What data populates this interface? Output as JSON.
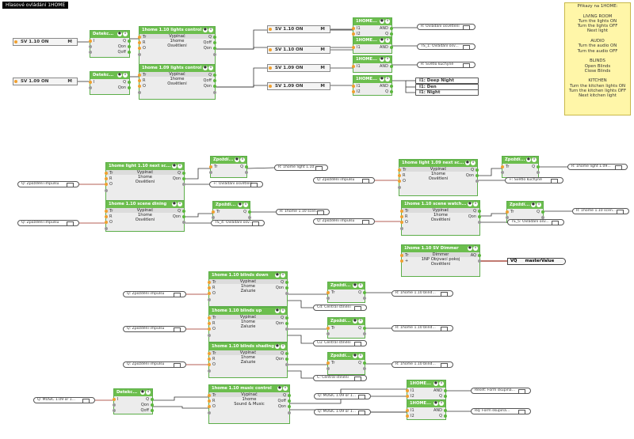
{
  "header": {
    "title": "Hlasové ovládání 1HOME"
  },
  "note": {
    "lines": [
      "Příkazy na 1HOME:",
      "",
      "LIVING ROOM",
      "Turn the lights ON",
      "Turn the lights OFF",
      "Next light",
      "",
      "AUDIO",
      "Turn the audio ON",
      "Turn the audio OFF",
      "",
      "BLINDS",
      "Open Blinds",
      "Close Blinds",
      "",
      "KITCHEN",
      "Turn the kitchen lights ON",
      "Turn the kitchen lights OFF",
      "Next kitchen light"
    ]
  },
  "consts": [
    {
      "label": "SV 1.10 ON",
      "mode": "M"
    },
    {
      "label": "SV 1.09 ON",
      "mode": "M"
    },
    {
      "label": "SV 1.10 ON",
      "mode": "M"
    },
    {
      "label": "SV 1.10 ON",
      "mode": "M"
    },
    {
      "label": "SV 1.09 ON",
      "mode": "M"
    },
    {
      "label": "SV 1.09 ON",
      "mode": "M"
    }
  ],
  "blocks": [
    {
      "title": "Detekc...",
      "subs": [],
      "left": [
        "I",
        "",
        ""
      ],
      "right": [
        "Q",
        "Qon",
        "Qoff"
      ]
    },
    {
      "title": "Detekc...",
      "subs": [],
      "left": [
        "I",
        "",
        ""
      ],
      "right": [
        "Q",
        "Qon",
        "Qoff"
      ]
    },
    {
      "title": "1home 1.10 lights control",
      "subs": [
        "Vypínač",
        "1home",
        "Osvětlení"
      ],
      "left": [
        "Tr",
        "R",
        "O",
        ""
      ],
      "right": [
        "Q",
        "Qoff",
        "Qon",
        ""
      ]
    },
    {
      "title": "1home 1.09 lights control",
      "subs": [
        "Vypínač",
        "1home",
        "Osvětlení"
      ],
      "left": [
        "Tr",
        "R",
        "O",
        ""
      ],
      "right": [
        "Q",
        "Qoff",
        "Qon",
        ""
      ]
    },
    {
      "title": "1HOME...",
      "subs": [],
      "left": [
        "I1",
        "I2"
      ],
      "right": [
        "AND",
        "Q"
      ]
    },
    {
      "title": "1HOME...",
      "subs": [],
      "left": [
        "I1",
        "I2"
      ],
      "right": [
        "AND",
        "Q"
      ]
    },
    {
      "title": "1HOME...",
      "subs": [],
      "left": [
        "I1",
        "I2"
      ],
      "right": [
        "AND",
        "Q"
      ]
    },
    {
      "title": "1HOME...",
      "subs": [],
      "left": [
        "I1",
        "I2"
      ],
      "right": [
        "AND",
        "Q"
      ]
    },
    {
      "title": "1home light 1.10 next sc...",
      "subs": [
        "Vypínač",
        "1home",
        "Osvětlení"
      ],
      "left": [
        "Tr",
        "R",
        "O",
        ""
      ],
      "right": [
        "Q",
        "Qon",
        ""
      ]
    },
    {
      "title": "1home 1.10 scene dining",
      "subs": [
        "Vypínač",
        "1home",
        "Osvětlení"
      ],
      "left": [
        "Tr",
        "R",
        "O",
        ""
      ],
      "right": [
        "Q",
        "Qon",
        ""
      ]
    },
    {
      "title": "Zpoždí...",
      "subs": [],
      "left": [
        "Tr",
        ""
      ],
      "right": [
        "Q",
        ""
      ]
    },
    {
      "title": "Zpoždí...",
      "subs": [],
      "left": [
        "Tr",
        ""
      ],
      "right": [
        "Q",
        ""
      ]
    },
    {
      "title": "1home light 1.09 next sc...",
      "subs": [
        "Vypínač",
        "1home",
        "Osvětlení"
      ],
      "left": [
        "Tr",
        "R",
        "O",
        ""
      ],
      "right": [
        "Q",
        "Qon",
        ""
      ]
    },
    {
      "title": "1home 1.10 scene watch...",
      "subs": [
        "Vypínač",
        "1home",
        "Osvětlení"
      ],
      "left": [
        "Tr",
        "R",
        "O",
        ""
      ],
      "right": [
        "Q",
        "Qon",
        ""
      ]
    },
    {
      "title": "Zpoždí...",
      "subs": [],
      "left": [
        "Tr",
        ""
      ],
      "right": [
        "Q",
        ""
      ]
    },
    {
      "title": "Zpoždí...",
      "subs": [],
      "left": [
        "Tr",
        ""
      ],
      "right": [
        "Q",
        ""
      ]
    },
    {
      "title": "1home 1.10 SV Dimmer",
      "subs": [
        "Dimmer",
        "1NP Obývací pokoj",
        "Osvětlení"
      ],
      "left": [
        "Tr",
        "+"
      ],
      "right": [
        "AQ",
        ""
      ]
    },
    {
      "title": "1home 1.10 blinds down",
      "subs": [
        "Vypínač",
        "1home",
        "Žaluzie"
      ],
      "left": [
        "Tr",
        "R",
        "O",
        ""
      ],
      "right": [
        "Q",
        "Qon",
        ""
      ]
    },
    {
      "title": "1home 1.10 blinds up",
      "subs": [
        "Vypínač",
        "1home",
        "Žaluzie"
      ],
      "left": [
        "Tr",
        "R",
        "O",
        ""
      ],
      "right": [
        "Q",
        "Qon",
        ""
      ]
    },
    {
      "title": "1home 1.10 blinds shading",
      "subs": [
        "Vypínač",
        "1home",
        "Žaluzie"
      ],
      "left": [
        "Tr",
        "R",
        "O",
        ""
      ],
      "right": [
        "Q",
        "Qon",
        ""
      ]
    },
    {
      "title": "Zpoždí...",
      "subs": [],
      "left": [
        "Tr",
        ""
      ],
      "right": [
        "Q",
        ""
      ]
    },
    {
      "title": "Zpoždí...",
      "subs": [],
      "left": [
        "Tr",
        ""
      ],
      "right": [
        "Q",
        ""
      ]
    },
    {
      "title": "Zpoždí...",
      "subs": [],
      "left": [
        "Tr",
        ""
      ],
      "right": [
        "Q",
        ""
      ]
    },
    {
      "title": "Detekc...",
      "subs": [],
      "left": [
        "I",
        "",
        ""
      ],
      "right": [
        "Q",
        "Qon",
        "Qoff"
      ]
    },
    {
      "title": "1home 1.10 music control",
      "subs": [
        "Vypínač",
        "1home",
        "Sound & Music"
      ],
      "left": [
        "Tr",
        "R",
        "O",
        ""
      ],
      "right": [
        "Q",
        "Qoff",
        "Qon",
        ""
      ]
    },
    {
      "title": "1HOME...",
      "subs": [],
      "left": [
        "I1",
        "I2"
      ],
      "right": [
        "AND",
        "Q"
      ]
    },
    {
      "title": "1HOME...",
      "subs": [],
      "left": [
        "I1",
        "I2"
      ],
      "right": [
        "AND",
        "Q"
      ]
    }
  ],
  "nodes": [
    "R: Ovládání osvětlení",
    "TS_1: Ovládání osv...",
    "R: Světlo kuchyně",
    "I1: Deep Night",
    "I1: Den",
    "I1: Night",
    "Q: Zpoždění impulsu",
    "Q: Zpoždění impulsu",
    "R: 1home light 1.10...",
    "+: Ovládání osvětlení",
    "R: 1home 1.10 scen...",
    "TS_4: Ovládání osv...",
    "Q: Zpoždění impulsu",
    "Q: Zpoždění impulsu",
    "R: 1home light 1.09...",
    "+: Světlo kuchyně",
    "R: 1home 1.10 scen...",
    "TS_5: Ovládání osv...",
    "Q: Zpoždění impulsu",
    "Q: Zpoždění impulsu",
    "Q: Zpoždění impulsu",
    "R: 1home 1.10 blind...",
    "Cd: Centrál stínění",
    "R: 1home 1.10 blind...",
    "Cu: Centrál stínění",
    "R: 1home 1.10 blind...",
    "C: Centrál stínění",
    "Q: MUSIC 1.09 or 1...",
    "Q: MUSIC 1.09 or 1...",
    "Q: MUSIC 1.09 or 1...",
    "Reset: Form skupina...",
    "Rq: Form skupina..."
  ],
  "output": {
    "prefix": "VQ",
    "label": "masterValue"
  }
}
